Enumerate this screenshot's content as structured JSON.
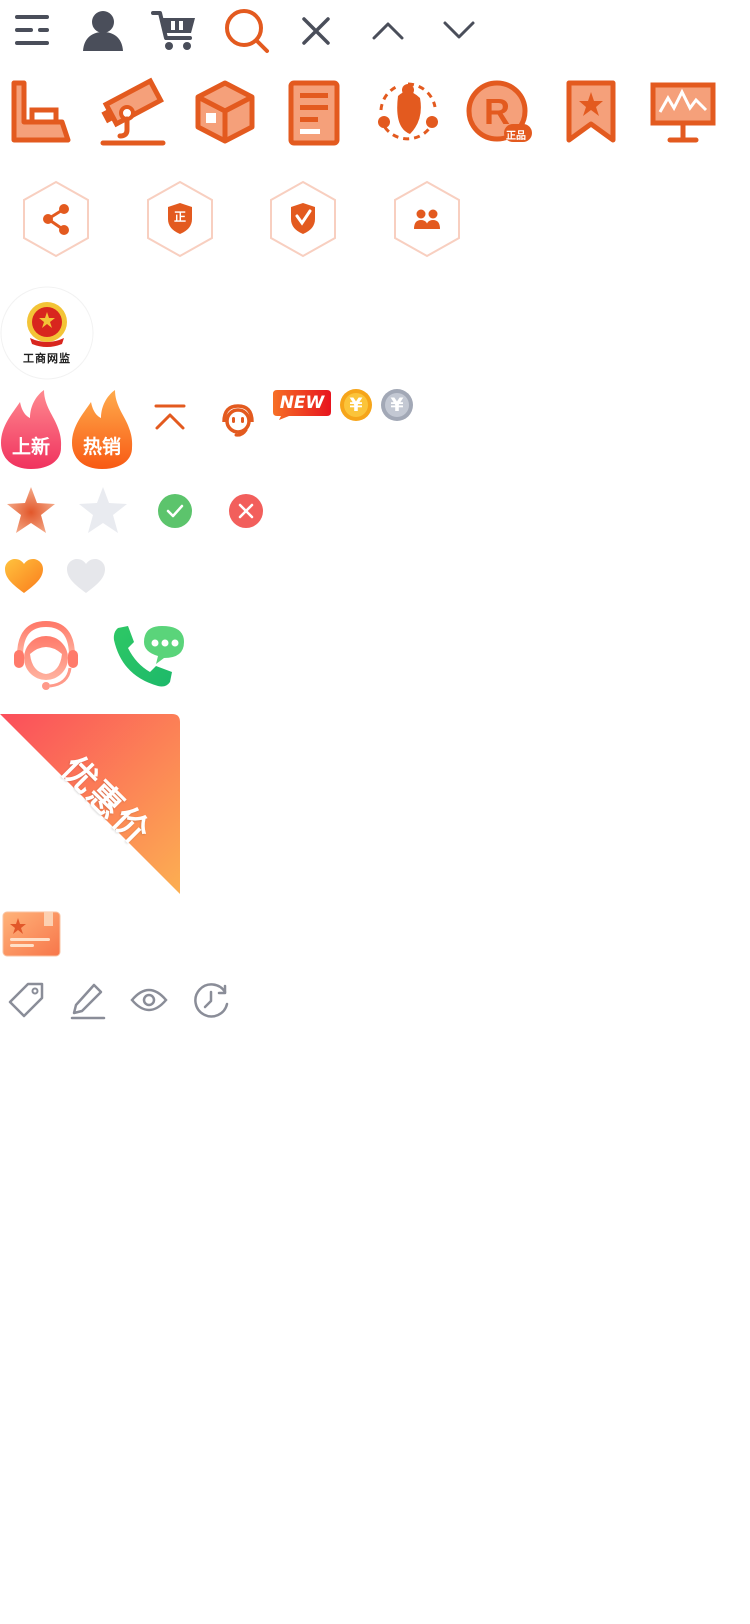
{
  "badges": {
    "new_label": "上新",
    "hot_label": "热销",
    "new_tag": "NEW",
    "yen_gold": "¥",
    "yen_silver": "¥",
    "genuine_sub": "正品",
    "shield_mark": "正",
    "aic_seal": "工商网监"
  },
  "promo": {
    "ribbon_label": "优惠价"
  },
  "colors": {
    "dark": "#4a4e5a",
    "orange": "#e35a1f",
    "orange_light": "#f5a07a",
    "green": "#5cc46c",
    "red": "#f25f5c",
    "pink_flame": "#f34a6e",
    "orange_flame": "#fb6b1b",
    "gray_icon": "#8a8d98"
  },
  "icons": [
    "menu-icon",
    "user-icon",
    "cart-icon",
    "search-icon",
    "close-icon",
    "chevron-up-icon",
    "chevron-down-icon",
    "chair-icon",
    "telescope-icon",
    "box-icon",
    "document-icon",
    "share-orbit-icon",
    "registered-genuine-icon",
    "bookmark-star-icon",
    "monitor-chart-icon",
    "hex-share-icon",
    "hex-shield-genuine-icon",
    "hex-shield-verified-icon",
    "hex-users-icon",
    "aic-seal-icon",
    "flame-new-icon",
    "flame-hot-icon",
    "back-to-top-icon",
    "customer-service-icon",
    "new-tag-icon",
    "yen-gold-icon",
    "yen-silver-icon",
    "star-filled-icon",
    "star-empty-icon",
    "check-circle-icon",
    "cross-circle-icon",
    "heart-filled-icon",
    "heart-empty-icon",
    "support-agent-icon",
    "phone-chat-icon",
    "discount-ribbon",
    "vip-card-icon",
    "tag-icon",
    "edit-icon",
    "eye-icon",
    "history-icon"
  ]
}
